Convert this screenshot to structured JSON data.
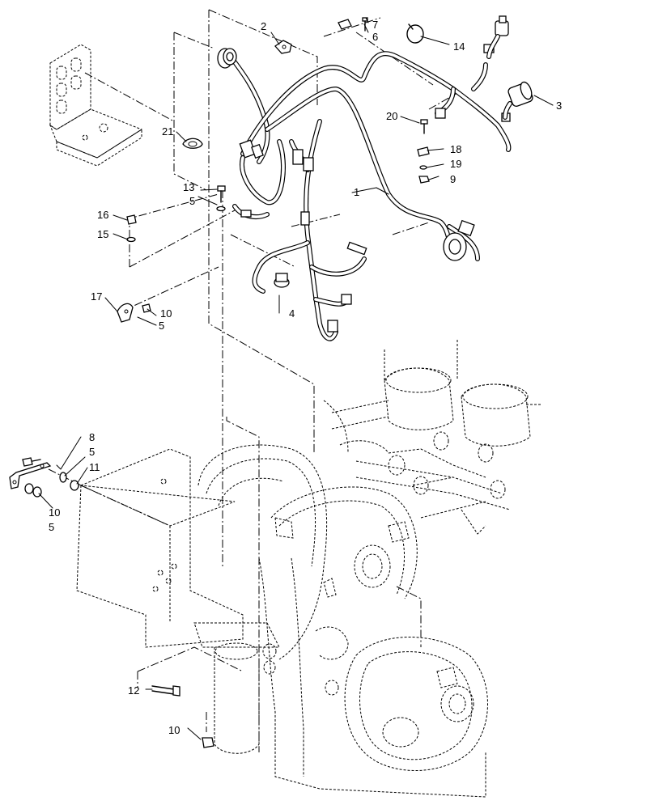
{
  "callouts": [
    {
      "id": "1",
      "label": "1"
    },
    {
      "id": "2",
      "label": "2"
    },
    {
      "id": "3",
      "label": "3"
    },
    {
      "id": "4",
      "label": "4"
    },
    {
      "id": "5a",
      "label": "5"
    },
    {
      "id": "5b",
      "label": "5"
    },
    {
      "id": "5c",
      "label": "5"
    },
    {
      "id": "5d",
      "label": "5"
    },
    {
      "id": "6",
      "label": "6"
    },
    {
      "id": "7",
      "label": "7"
    },
    {
      "id": "8",
      "label": "8"
    },
    {
      "id": "9",
      "label": "9"
    },
    {
      "id": "10a",
      "label": "10"
    },
    {
      "id": "10b",
      "label": "10"
    },
    {
      "id": "10c",
      "label": "10"
    },
    {
      "id": "11",
      "label": "11"
    },
    {
      "id": "12",
      "label": "12"
    },
    {
      "id": "13",
      "label": "13"
    },
    {
      "id": "14",
      "label": "14"
    },
    {
      "id": "15",
      "label": "15"
    },
    {
      "id": "16",
      "label": "16"
    },
    {
      "id": "17",
      "label": "17"
    },
    {
      "id": "18",
      "label": "18"
    },
    {
      "id": "19",
      "label": "19"
    },
    {
      "id": "20",
      "label": "20"
    },
    {
      "id": "21",
      "label": "21"
    }
  ]
}
